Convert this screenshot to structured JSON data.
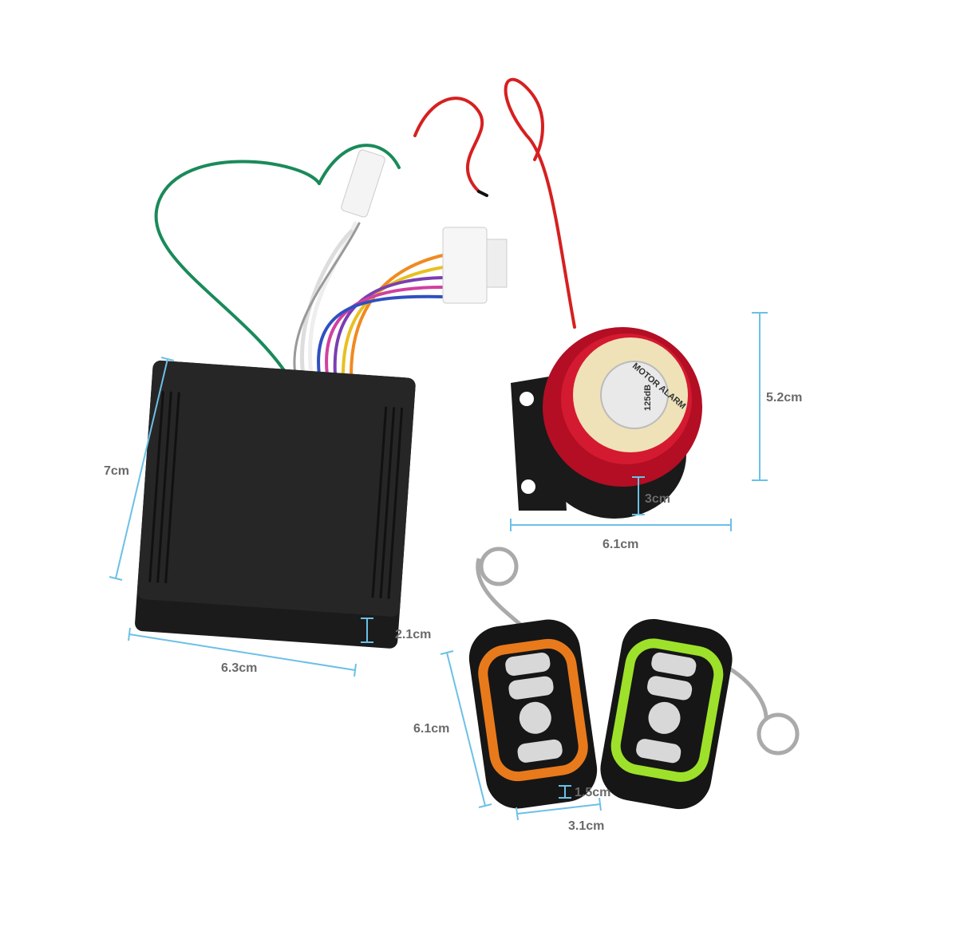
{
  "product": {
    "siren_text_top": "MOTOR ALARM",
    "siren_text_db": "125dB"
  },
  "dimensions": {
    "box_height": "7cm",
    "box_width": "6.3cm",
    "box_depth": "2.1cm",
    "siren_height": "5.2cm",
    "siren_depth": "3cm",
    "siren_width": "6.1cm",
    "remote_height": "6.1cm",
    "remote_depth": "1.5cm",
    "remote_width": "3.1cm"
  },
  "colors": {
    "dimension_line": "#6cc0e6",
    "siren_red": "#c8102e",
    "remote_orange": "#e87a1c",
    "remote_green": "#9ee12a"
  }
}
